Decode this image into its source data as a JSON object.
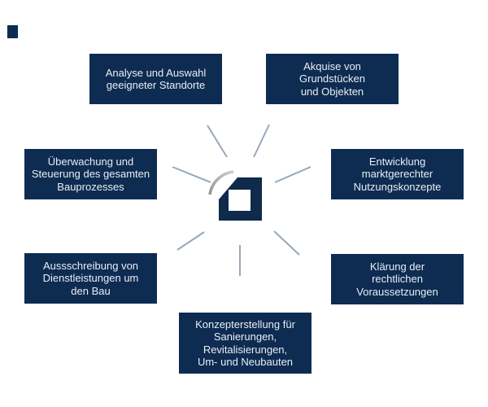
{
  "diagram": {
    "type": "hub-and-spoke",
    "center_icon": "folded-corner-square-logo",
    "nodes": [
      {
        "id": "standorte",
        "position": "top-left",
        "label": "Analyse und Auswahl\ngeeigneter Standorte"
      },
      {
        "id": "akquise",
        "position": "top-right",
        "label": "Akquise von\nGrundstücken\nund Objekten"
      },
      {
        "id": "ueberwachung",
        "position": "middle-left",
        "label": "Überwachung und\nSteuerung des gesamten\nBauprozesses"
      },
      {
        "id": "entwicklung",
        "position": "middle-right",
        "label": "Entwicklung\nmarktgerechter\nNutzungskonzepte"
      },
      {
        "id": "ausschreibung",
        "position": "bottom-left",
        "label": "Aussschreibung von\nDienstleistungen um\nden Bau"
      },
      {
        "id": "klaerung",
        "position": "bottom-right",
        "label": "Klärung der\nrechtlichen\nVoraussetzungen"
      },
      {
        "id": "konzept",
        "position": "bottom-center",
        "label": "Konzepterstellung für\nSanierungen,\nRevitalisierungen,\nUm- und Neubauten"
      }
    ]
  },
  "colors": {
    "background": "#ffffff",
    "box_background": "#0e2c52",
    "box_text": "#e9eef4",
    "connector": "#97a8ba",
    "logo_navy": "#0f2a4a",
    "logo_swoosh_light": "#cdcecb",
    "logo_swoosh_dark": "#97978f",
    "corner_mark": "#0e2c52"
  }
}
